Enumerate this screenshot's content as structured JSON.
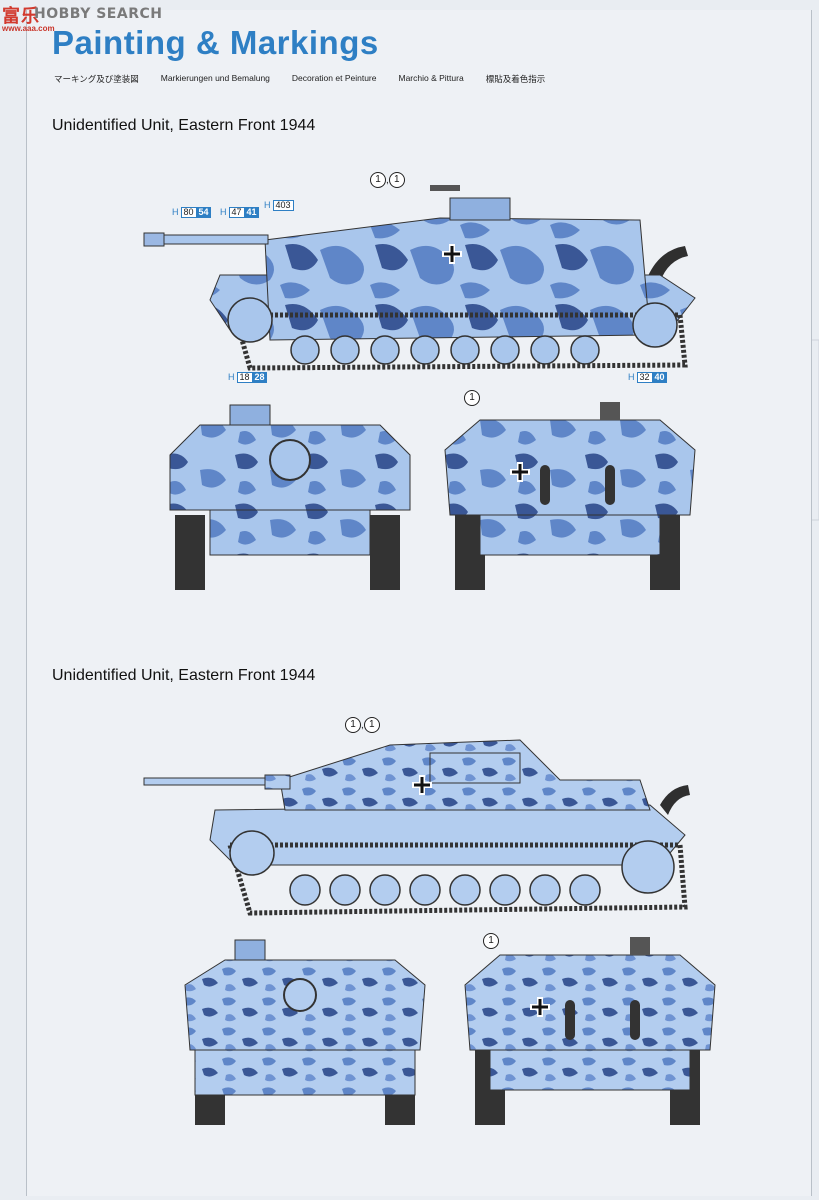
{
  "watermark": {
    "logo_text": "富乐",
    "brand": "HOBBY SEARCH",
    "site": "www.aaa.com"
  },
  "page": {
    "title": "Painting & Markings",
    "subtitles": [
      "マーキング及び塗装図",
      "Markierungen und Bemalung",
      "Decoration et Peinture",
      "Marchio & Pittura",
      "標貼及着色指示"
    ]
  },
  "schemes": [
    {
      "caption": "Unidentified Unit, Eastern Front 1944",
      "callouts_side": [
        "1",
        "1"
      ],
      "callout_rear": "1",
      "color_tags": [
        {
          "code": "H",
          "a": "80",
          "b": "54"
        },
        {
          "code": "H",
          "a": "47",
          "b": "41"
        },
        {
          "code": "H",
          "a": "403",
          "b": ""
        },
        {
          "code": "H",
          "a": "18",
          "b": "28"
        },
        {
          "code": "H",
          "a": "32",
          "b": "40"
        }
      ]
    },
    {
      "caption": "Unidentified Unit, Eastern Front 1944",
      "callouts_side": [
        "1",
        "1"
      ],
      "callout_rear": "1"
    }
  ],
  "colors": {
    "title_blue": "#2e7fc4",
    "camo_light": "#a9c6ec",
    "camo_mid": "#5f86c8",
    "camo_dark": "#3a5796",
    "track": "#3a3a3a"
  }
}
